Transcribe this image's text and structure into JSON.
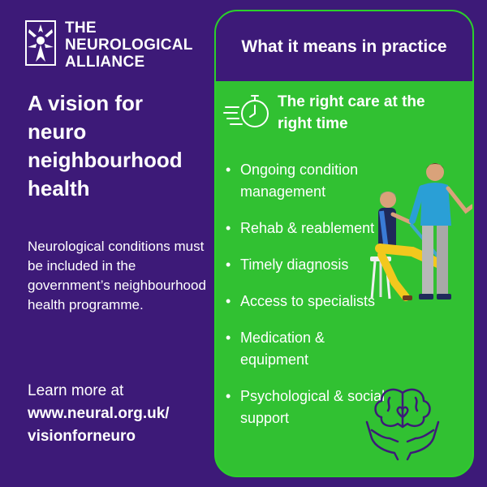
{
  "logo": {
    "line1": "THE",
    "line2": "NEUROLOGICAL",
    "line3": "ALLIANCE"
  },
  "headline": "A vision for neuro neighbourhood health",
  "body": "Neurological conditions must be included in the government’s neighbourhood health programme.",
  "learn_more": {
    "label": "Learn more at",
    "url_line1": "www.neural.org.uk/",
    "url_line2": "visionforneuro"
  },
  "card": {
    "header": "What it means in practice",
    "subhead": "The right care at the right time",
    "items": [
      "Ongoing condition management",
      "Rehab & reablement",
      "Timely diagnosis",
      "Access to specialists",
      "Medication & equipment",
      "Psychological & social support"
    ]
  },
  "colors": {
    "background": "#3d1a78",
    "card_green": "#31c132",
    "text": "#ffffff",
    "icon_stroke": "#3d1a78"
  },
  "icons": [
    "logo-mark-icon",
    "stopwatch-icon",
    "physio-illustration",
    "brain-hands-icon"
  ]
}
